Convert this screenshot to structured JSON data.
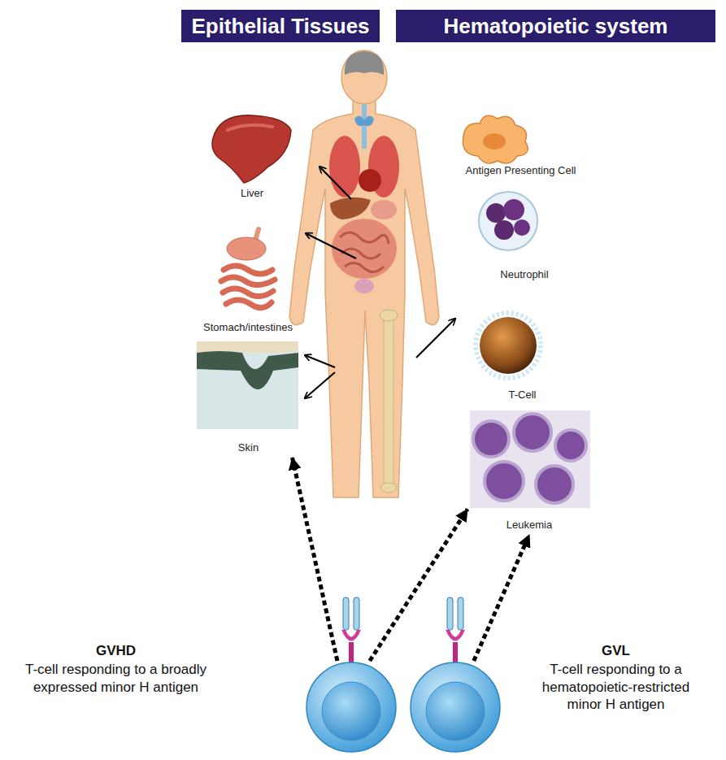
{
  "diagram": {
    "nodes": [
      {
        "text": [
          "Epithelial Tissues"
        ]
      },
      {
        "text": [
          "Hematopoietic system"
        ]
      },
      {
        "text": [
          "Liver"
        ]
      },
      {
        "text": [
          "Stomach/intestines"
        ]
      },
      {
        "text": [
          "Skin"
        ]
      },
      {
        "text": [
          "Antigen Presenting Cell"
        ]
      },
      {
        "text": [
          "Neutrophil"
        ]
      },
      {
        "text": [
          "T-Cell"
        ]
      },
      {
        "text": [
          "Leukemia"
        ]
      },
      {
        "text": [
          "GVHD",
          "T-cell responding to a broadly expressed minor H antigen"
        ]
      },
      {
        "text": [
          "GVL",
          "T-cell responding to a hematopoietic-restricted minor H antigen"
        ]
      }
    ],
    "edges": [
      {
        "from": 9,
        "to": 4,
        "arrow": "to"
      },
      {
        "from": 9,
        "to": 8,
        "arrow": "to"
      },
      {
        "from": 10,
        "to": 8,
        "arrow": "to"
      }
    ]
  }
}
